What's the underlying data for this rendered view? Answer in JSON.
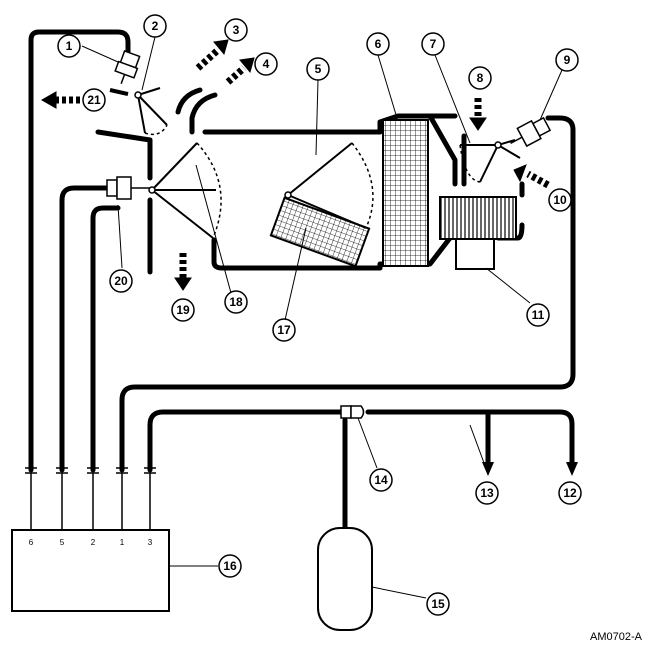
{
  "figure_id": "AM0702-A",
  "callouts": {
    "c1": "1",
    "c2": "2",
    "c3": "3",
    "c4": "4",
    "c5": "5",
    "c6": "6",
    "c7": "7",
    "c8": "8",
    "c9": "9",
    "c10": "10",
    "c11": "11",
    "c12": "12",
    "c13": "13",
    "c14": "14",
    "c15": "15",
    "c16": "16",
    "c17": "17",
    "c18": "18",
    "c19": "19",
    "c20": "20",
    "c21": "21"
  },
  "control_ports": {
    "p1": "6",
    "p2": "5",
    "p3": "2",
    "p4": "1",
    "p5": "3"
  },
  "colors": {
    "line": "#000000",
    "background": "#ffffff"
  }
}
